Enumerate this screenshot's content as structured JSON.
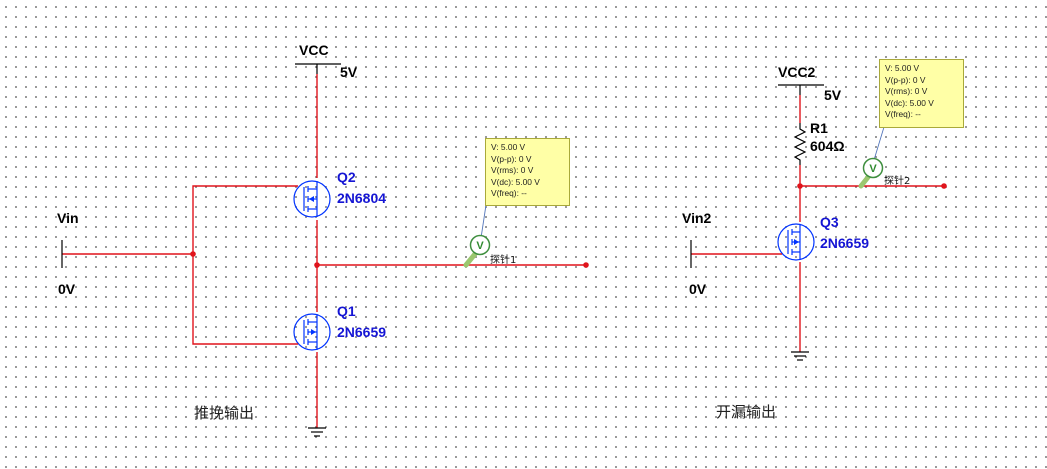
{
  "left_circuit": {
    "supply_name": "VCC",
    "supply_value": "5V",
    "input_name": "Vin",
    "input_value": "0V",
    "upper_transistor": {
      "ref": "Q2",
      "part": "2N6804"
    },
    "lower_transistor": {
      "ref": "Q1",
      "part": "2N6659"
    },
    "caption": "推挽输出",
    "probe": {
      "glyph": "V",
      "label": "探针1",
      "readings": [
        "V: 5.00 V",
        "V(p-p): 0 V",
        "V(rms): 0 V",
        "V(dc): 5.00 V",
        "V(freq): --"
      ]
    }
  },
  "right_circuit": {
    "supply_name": "VCC2",
    "supply_value": "5V",
    "resistor_ref": "R1",
    "resistor_value": "604Ω",
    "input_name": "Vin2",
    "input_value": "0V",
    "transistor": {
      "ref": "Q3",
      "part": "2N6659"
    },
    "caption": "开漏输出",
    "probe": {
      "glyph": "V",
      "label": "探针2",
      "readings": [
        "V: 5.00 V",
        "V(p-p): 0 V",
        "V(rms): 0 V",
        "V(dc): 5.00 V",
        "V(freq): --"
      ]
    }
  },
  "colors": {
    "wire": "#e0141c",
    "component": "#0033ff",
    "label": "#1515d4",
    "probe_bg": "#ffffa6"
  }
}
